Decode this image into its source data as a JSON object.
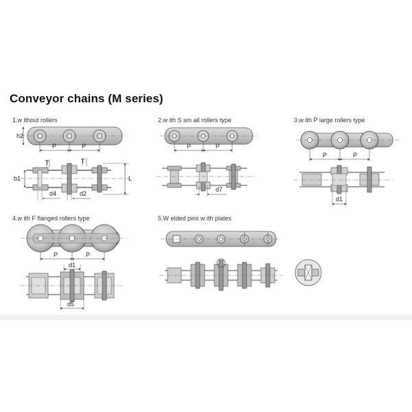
{
  "title": "Conveyor chains (M series)",
  "types": [
    {
      "label": "1.w ithout rollers"
    },
    {
      "label": "2.w ith S sm all rollers type"
    },
    {
      "label": "3.w ith P large rollers type"
    },
    {
      "label": "4.w ith F flanged rollers type"
    },
    {
      "label": "5.W elded pins w ith plates"
    }
  ],
  "dims": {
    "h2": "h2",
    "b1": "b1",
    "P": "P",
    "T": "T",
    "L": "L",
    "d4": "d4",
    "d2": "d2",
    "d7": "d7",
    "d1": "d1",
    "d5": "d5"
  },
  "colors": {
    "plate": "#c9c9c9",
    "plate_dark": "#9d9d9d",
    "line": "#3a3a3a",
    "center": "#555555"
  }
}
